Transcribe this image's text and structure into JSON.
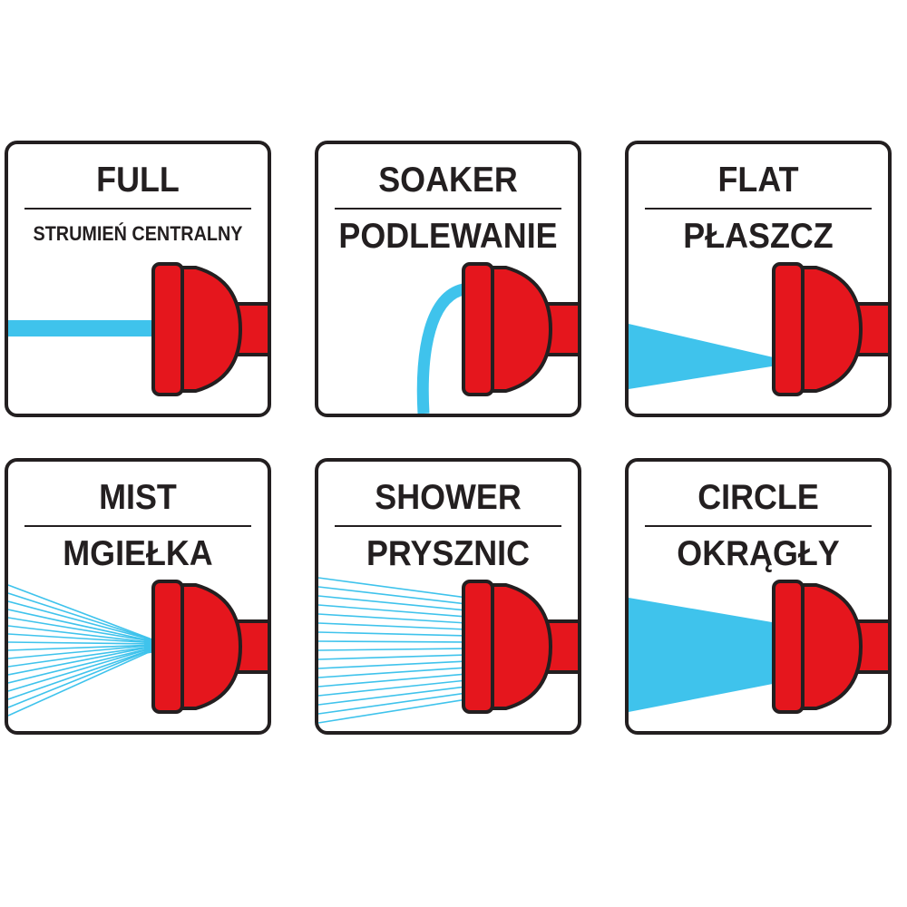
{
  "colors": {
    "outline": "#231f20",
    "nozzle": "#e5161d",
    "water": "#3fc3ec",
    "background": "#ffffff"
  },
  "modes": [
    {
      "en": "FULL",
      "pl": "STRUMIEŃ CENTRALNY",
      "spray": "full-stream"
    },
    {
      "en": "SOAKER",
      "pl": "PODLEWANIE",
      "spray": "soaker"
    },
    {
      "en": "FLAT",
      "pl": "PŁASZCZ",
      "spray": "flat"
    },
    {
      "en": "MIST",
      "pl": "MGIEŁKA",
      "spray": "mist"
    },
    {
      "en": "SHOWER",
      "pl": "PRYSZNIC",
      "spray": "shower"
    },
    {
      "en": "CIRCLE",
      "pl": "OKRĄGŁY",
      "spray": "circle"
    }
  ]
}
